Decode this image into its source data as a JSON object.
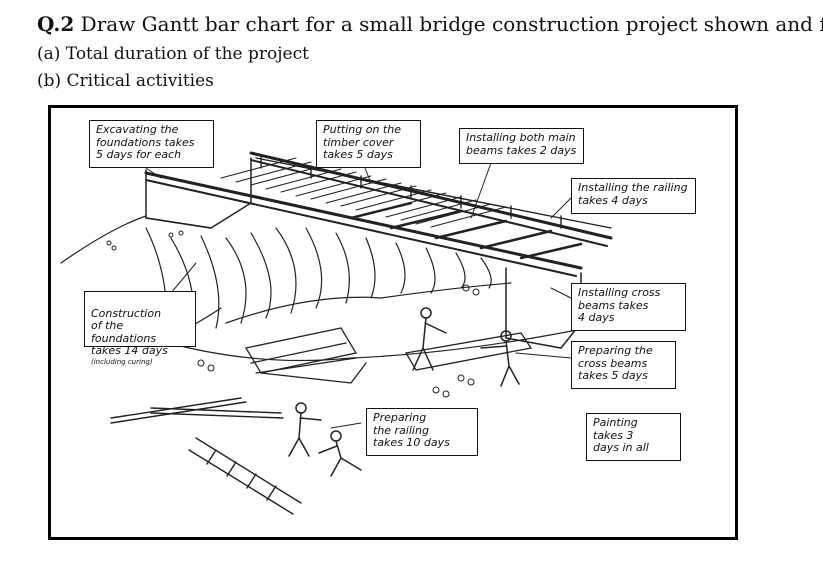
{
  "question": {
    "number": "Q.2",
    "text": "Draw Gantt bar chart for a small bridge construction project shown and find",
    "parts": [
      {
        "text": "(a)  Total duration of the project"
      },
      {
        "text": "(b)  Critical activities"
      }
    ]
  },
  "figure": {
    "callouts": {
      "excavating": "Excavating the\nfoundations takes\n5 days for each",
      "timber": "Putting on the\ntimber cover\ntakes 5 days",
      "main_beams": "Installing both main\nbeams takes 2 days",
      "railing_install": "Installing the railing\ntakes 4 days",
      "foundations": "Construction\nof the foundations\ntakes 14 days",
      "foundations_note": "(including curing)",
      "cross_install": "Installing cross\nbeams  takes\n4 days",
      "cross_prep": "Preparing the\ncross beams\ntakes 5 days",
      "railing_prep": "Preparing\nthe railing\ntakes 10 days",
      "painting": "Painting\ntakes 3\ndays in all"
    }
  }
}
